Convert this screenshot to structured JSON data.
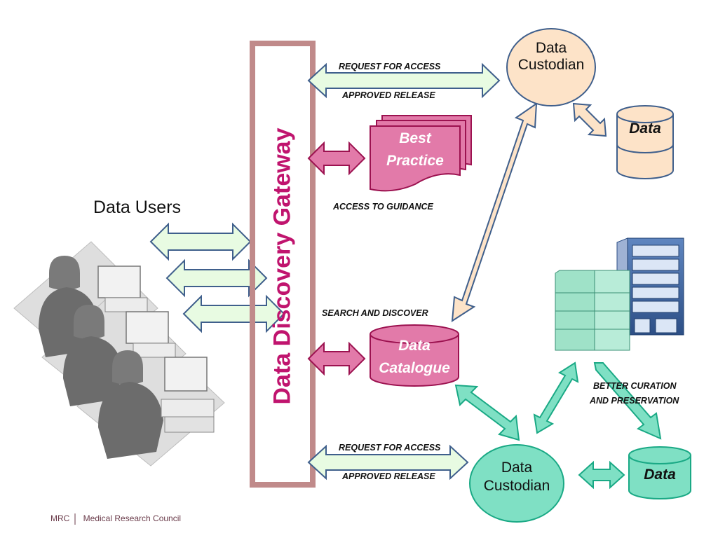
{
  "gateway": {
    "title": "Data Discovery Gateway"
  },
  "users": {
    "title": "Data Users"
  },
  "links": {
    "top_request": "REQUEST FOR ACCESS",
    "top_release": "APPROVED RELEASE",
    "guidance": "ACCESS TO GUIDANCE",
    "search": "SEARCH AND DISCOVER",
    "curation_line1": "BETTER CURATION",
    "curation_line2": "AND PRESERVATION",
    "bottom_request": "REQUEST FOR ACCESS",
    "bottom_release": "APPROVED RELEASE"
  },
  "best_practice": {
    "line1": "Best",
    "line2": "Practice"
  },
  "catalogue": {
    "line1": "Data",
    "line2": "Catalogue"
  },
  "custodian_top": {
    "line1": "Data",
    "line2": "Custodian"
  },
  "custodian_bottom": {
    "line1": "Data",
    "line2": "Custodian"
  },
  "data_top": {
    "label": "Data"
  },
  "data_bottom": {
    "label": "Data"
  },
  "footer": {
    "org": "MRC",
    "name": "Medical Research Council"
  },
  "colors": {
    "gateway_border": "#c08a8a",
    "gateway_text": "#c0146e",
    "pink_fill": "#e27aa9",
    "pink_stroke": "#9c1250",
    "green_fill": "#7fe0c4",
    "green_stroke": "#1aa985",
    "peach_fill": "#fde3c8",
    "peach_stroke": "#3f5f8c",
    "mint_arrow": "#e8fbe2"
  },
  "icons": [
    "people-at-computers-icon",
    "filing-cabinet-icon",
    "server-rack-icon"
  ]
}
